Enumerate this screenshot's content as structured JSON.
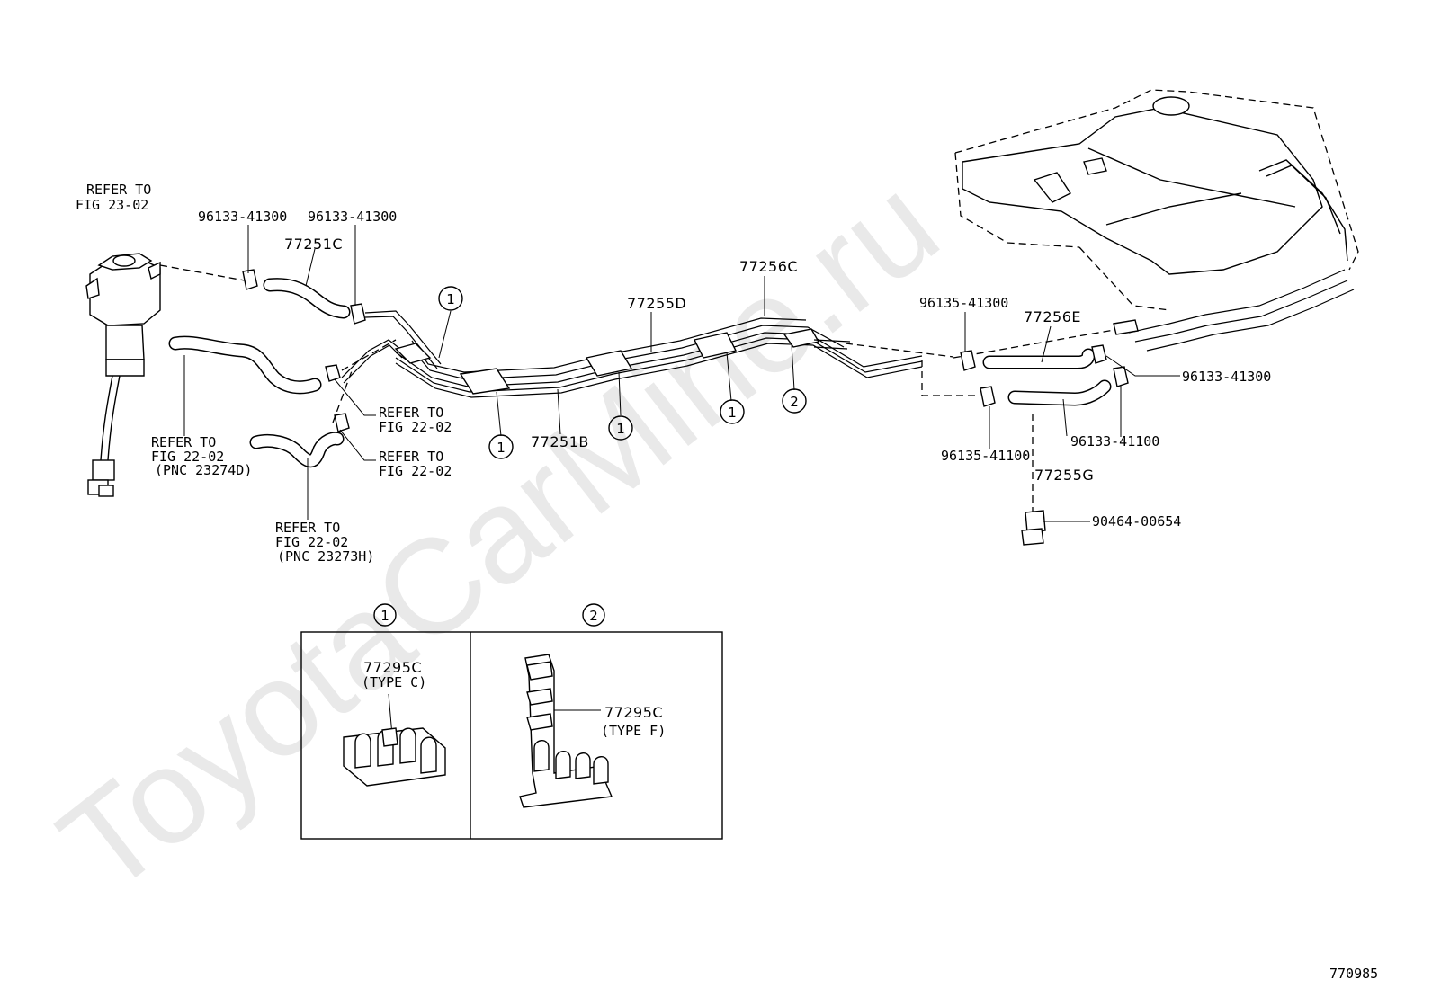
{
  "watermark": "ToyotaCarMine.ru",
  "figure_code": "770985",
  "refer_labels": {
    "fig2302_l1": "REFER TO",
    "fig2302_l2": "FIG 23-02",
    "fig2202a_l1": "REFER TO",
    "fig2202a_l2": "FIG 22-02",
    "fig2202a_l3": "(PNC 23274D)",
    "fig2202b_l1": "REFER TO",
    "fig2202b_l2": "FIG 22-02",
    "fig2202c_l1": "REFER TO",
    "fig2202c_l2": "FIG 22-02",
    "fig2202d_l1": "REFER TO",
    "fig2202d_l2": "FIG 22-02",
    "fig2202d_l3": "(PNC 23273H)"
  },
  "part_numbers": {
    "clamp_a": "96133-41300",
    "clamp_b": "96133-41300",
    "hose_77251c": "77251C",
    "pipe_77256c": "77256C",
    "pipe_77255d": "77255D",
    "pipe_77251b": "77251B",
    "clamp_96135_41300": "96135-41300",
    "hose_77256e": "77256E",
    "clamp_96133_41300_r": "96133-41300",
    "clamp_96135_41100": "96135-41100",
    "clamp_96133_41100": "96133-41100",
    "hose_77255g": "77255G",
    "clip_90464": "90464-00654"
  },
  "callouts": {
    "one": "1",
    "two": "2"
  },
  "detail": {
    "box1_number": "1",
    "box2_number": "2",
    "box1_part": "77295C",
    "box1_type": "(TYPE C)",
    "box2_part": "77295C",
    "box2_type": "(TYPE F)"
  }
}
